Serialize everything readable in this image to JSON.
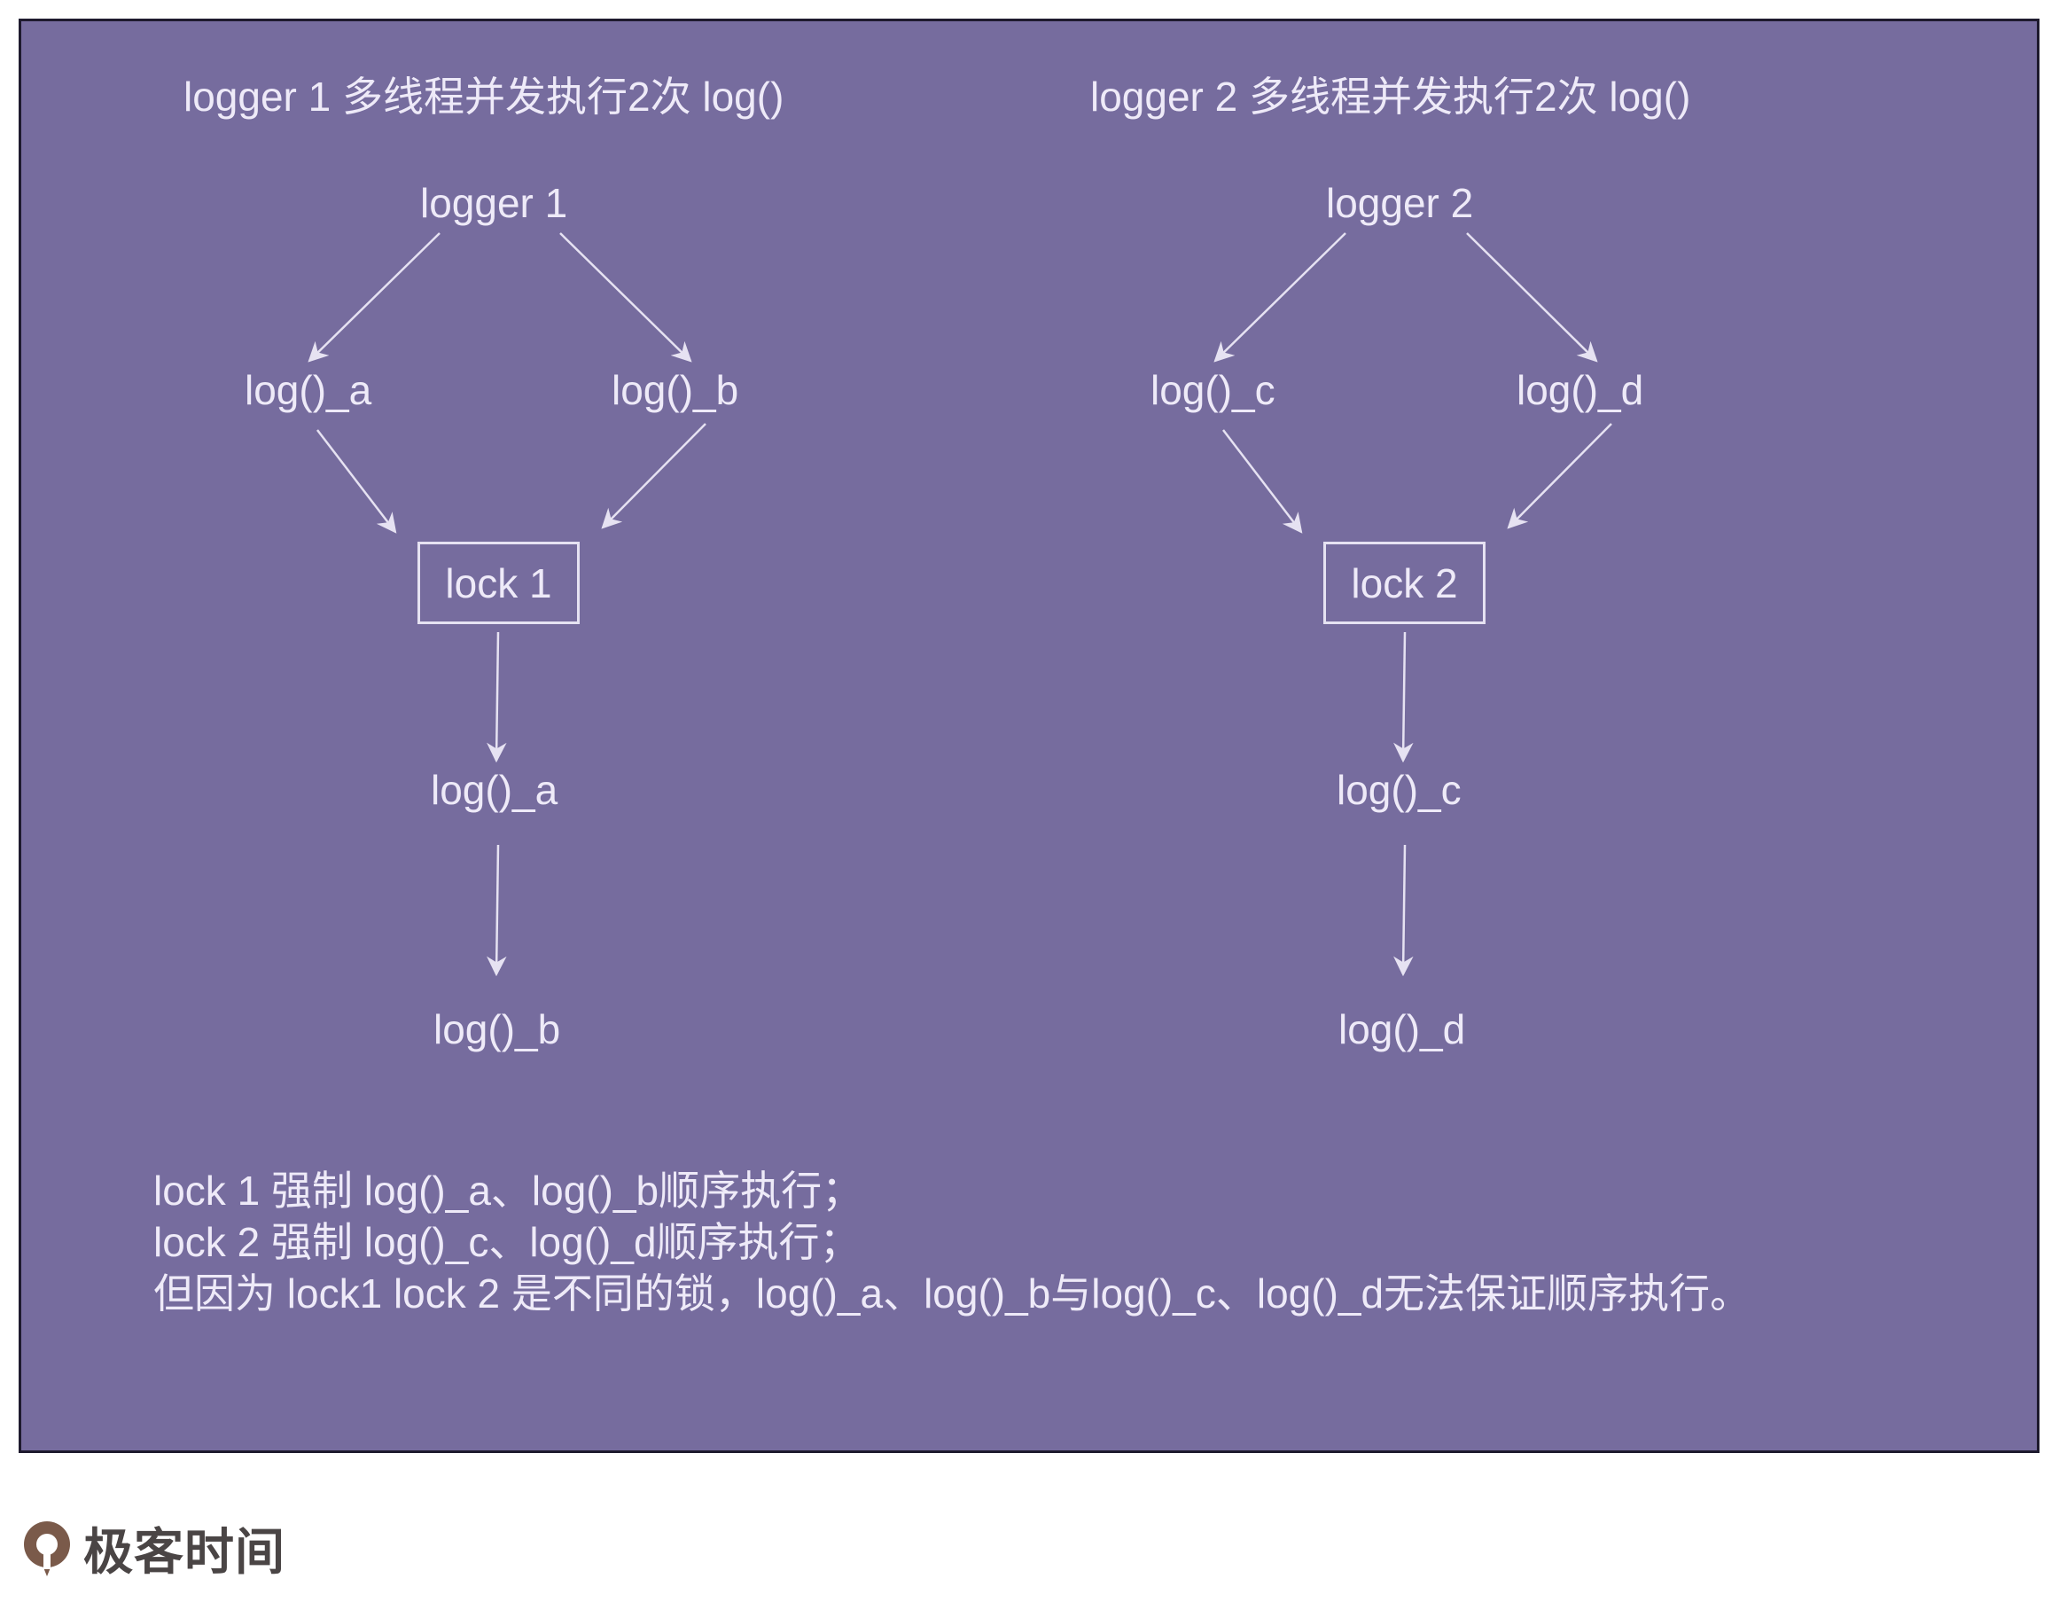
{
  "colors": {
    "background": "#766c9e",
    "border": "#1e1a2e",
    "text": "#eeeaf8",
    "arrow": "#e6e2f2"
  },
  "left": {
    "title": "logger 1 多线程并发执行2次 log()",
    "logger": "logger 1",
    "call_a": "log()_a",
    "call_b": "log()_b",
    "lock": "lock 1",
    "seq_1": "log()_a",
    "seq_2": "log()_b"
  },
  "right": {
    "title": "logger 2 多线程并发执行2次 log()",
    "logger": "logger 2",
    "call_c": "log()_c",
    "call_d": "log()_d",
    "lock": "lock 2",
    "seq_1": "log()_c",
    "seq_2": "log()_d"
  },
  "summary": {
    "line1": "lock 1 强制 log()_a、log()_b顺序执行；",
    "line2": "lock 2 强制 log()_c、log()_d顺序执行；",
    "line3": "但因为 lock1 lock 2 是不同的锁，log()_a、log()_b与log()_c、log()_d无法保证顺序执行。"
  },
  "logo": {
    "text": "极客时间",
    "icon": "geektime-logo-icon"
  }
}
